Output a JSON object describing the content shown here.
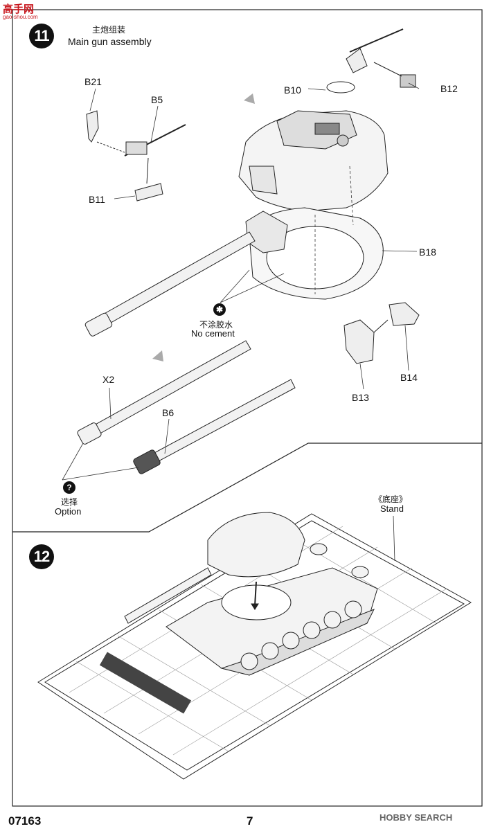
{
  "watermark": {
    "site": "高手网",
    "url": "gao-shou.com"
  },
  "step11": {
    "number": "11",
    "title_zh": "主炮组装",
    "title_en": "Main gun assembly",
    "parts": {
      "b21": "B21",
      "b5": "B5",
      "b11": "B11",
      "b10": "B10",
      "b12": "B12",
      "b18": "B18",
      "b14": "B14",
      "b13": "B13",
      "x2": "X2",
      "b6": "B6"
    },
    "no_cement_zh": "不涂胶水",
    "no_cement_en": "No cement",
    "option_zh": "选择",
    "option_en": "Option"
  },
  "step12": {
    "number": "12",
    "stand_zh": "《底座》",
    "stand_en": "Stand"
  },
  "footer": {
    "code": "07163",
    "page": "7",
    "source_watermark": "HOBBY SEARCH"
  }
}
